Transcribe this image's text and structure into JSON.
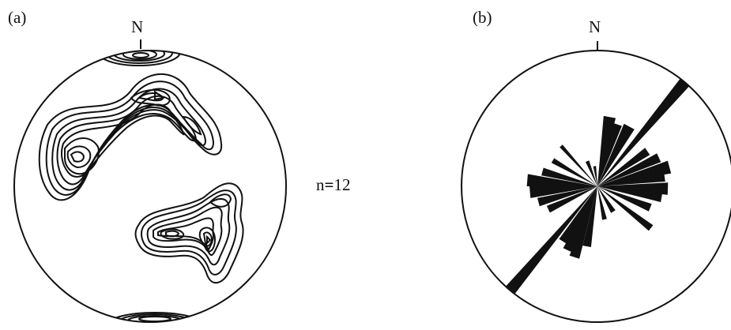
{
  "panel_a": {
    "label": "(a)",
    "north": "N"
  },
  "panel_b": {
    "label": "(b)",
    "north": "N"
  },
  "sample": {
    "n_symbol": "n",
    "equals": "=",
    "n_value": "12"
  }
}
